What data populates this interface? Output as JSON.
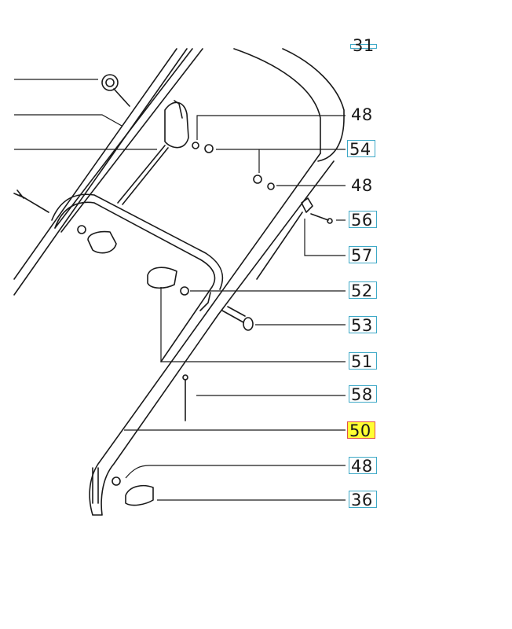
{
  "diagram": {
    "callouts": [
      {
        "id": "c-top",
        "label": "31",
        "style": "boxed-clipped"
      },
      {
        "id": "c48a",
        "label": "48",
        "style": "plain"
      },
      {
        "id": "c54",
        "label": "54",
        "style": "boxed"
      },
      {
        "id": "c48b",
        "label": "48",
        "style": "plain"
      },
      {
        "id": "c56",
        "label": "56",
        "style": "boxed"
      },
      {
        "id": "c57",
        "label": "57",
        "style": "boxed"
      },
      {
        "id": "c52",
        "label": "52",
        "style": "boxed"
      },
      {
        "id": "c53",
        "label": "53",
        "style": "boxed"
      },
      {
        "id": "c51",
        "label": "51",
        "style": "boxed"
      },
      {
        "id": "c58",
        "label": "58",
        "style": "boxed"
      },
      {
        "id": "c50",
        "label": "50",
        "style": "highlighted"
      },
      {
        "id": "c48c",
        "label": "48",
        "style": "boxed"
      },
      {
        "id": "c36",
        "label": "36",
        "style": "boxed"
      }
    ],
    "colors": {
      "line": "#1a1a1a",
      "box_border": "#3fa9c7",
      "highlight_fill": "#ffff33",
      "highlight_border": "#e0524a"
    }
  }
}
